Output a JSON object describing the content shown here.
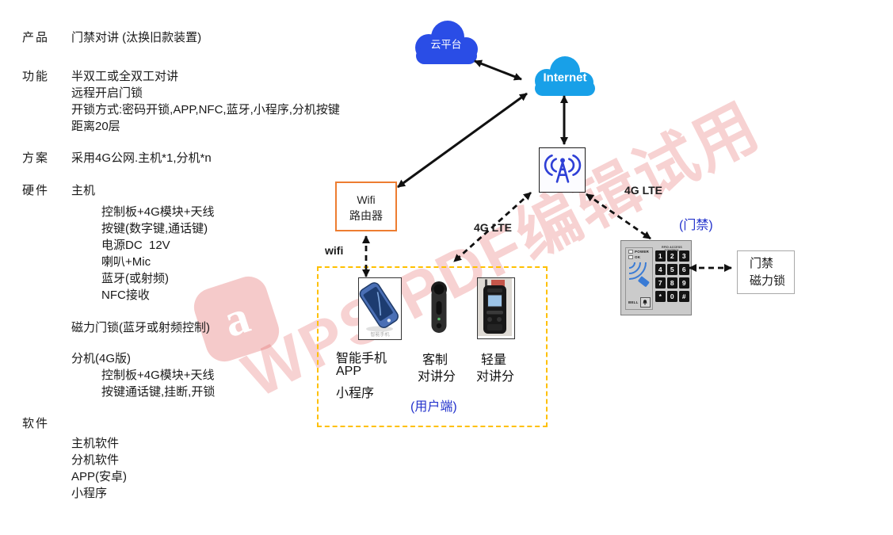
{
  "specs": {
    "product_label": "产品",
    "product_text": "门禁对讲 (汰换旧款装置)",
    "feature_label": "功能",
    "feature_lines": [
      "半双工或全双工对讲",
      "远程开启门锁",
      "开锁方式:密码开锁,APP,NFC,蓝牙,小程序,分机按键",
      "距离20层"
    ],
    "plan_label": "方案",
    "plan_text": "采用4G公网.主机*1,分机*n",
    "hardware_label": "硬件",
    "host_title": "主机",
    "host_lines": [
      "控制板+4G模块+天线",
      "按键(数字键,通话键)",
      "电源DC  12V",
      "喇叭+Mic",
      "蓝牙(或射频)",
      "NFC接收"
    ],
    "lock_line": "磁力门锁(蓝牙或射频控制)",
    "ext_title": "分机(4G版)",
    "ext_lines": [
      "控制板+4G模块+天线",
      "按键通话键,挂断,开锁"
    ],
    "software_label": "软件",
    "software_lines": [
      "主机软件",
      "分机软件",
      "APP(安卓)",
      "小程序"
    ]
  },
  "diagram": {
    "cloud_platform_label": "云平台",
    "internet_label": "Internet",
    "router_lines": [
      "Wifi",
      "路由器"
    ],
    "wifi_label": "wifi",
    "lte_center_label": "4G LTE",
    "lte_right_label": "4G LTE",
    "door_label": "(门禁)",
    "user_side_label": "(用户端)",
    "lock_box_lines": [
      "门禁",
      "磁力锁"
    ],
    "phone_captions": [
      "智能手机",
      "APP",
      "小程序"
    ],
    "custom_captions": [
      "客制",
      "对讲分"
    ],
    "lite_captions": [
      "轻量",
      "对讲分"
    ],
    "phone_photo_caption": "智能手机",
    "keypad": {
      "power_label": "POWER",
      "ok_label": "OK",
      "bell_label": "BELL",
      "header_label": "RFID ACCESS CONTROL",
      "keys": [
        "1",
        "2",
        "3",
        "4",
        "5",
        "6",
        "7",
        "8",
        "9",
        "*",
        "0",
        "#"
      ]
    }
  },
  "watermark": {
    "text": "WPS PDF编辑试用",
    "logo_glyph": "a"
  },
  "colors": {
    "cloud_platform": "#2a4de6",
    "internet": "#18a0e8",
    "router_border": "#ed7d31",
    "user_box_border": "#ffc000",
    "blue_label": "#2433cc",
    "watermark_red": "#e05a5a",
    "antenna_blue": "#2e3fd6"
  }
}
